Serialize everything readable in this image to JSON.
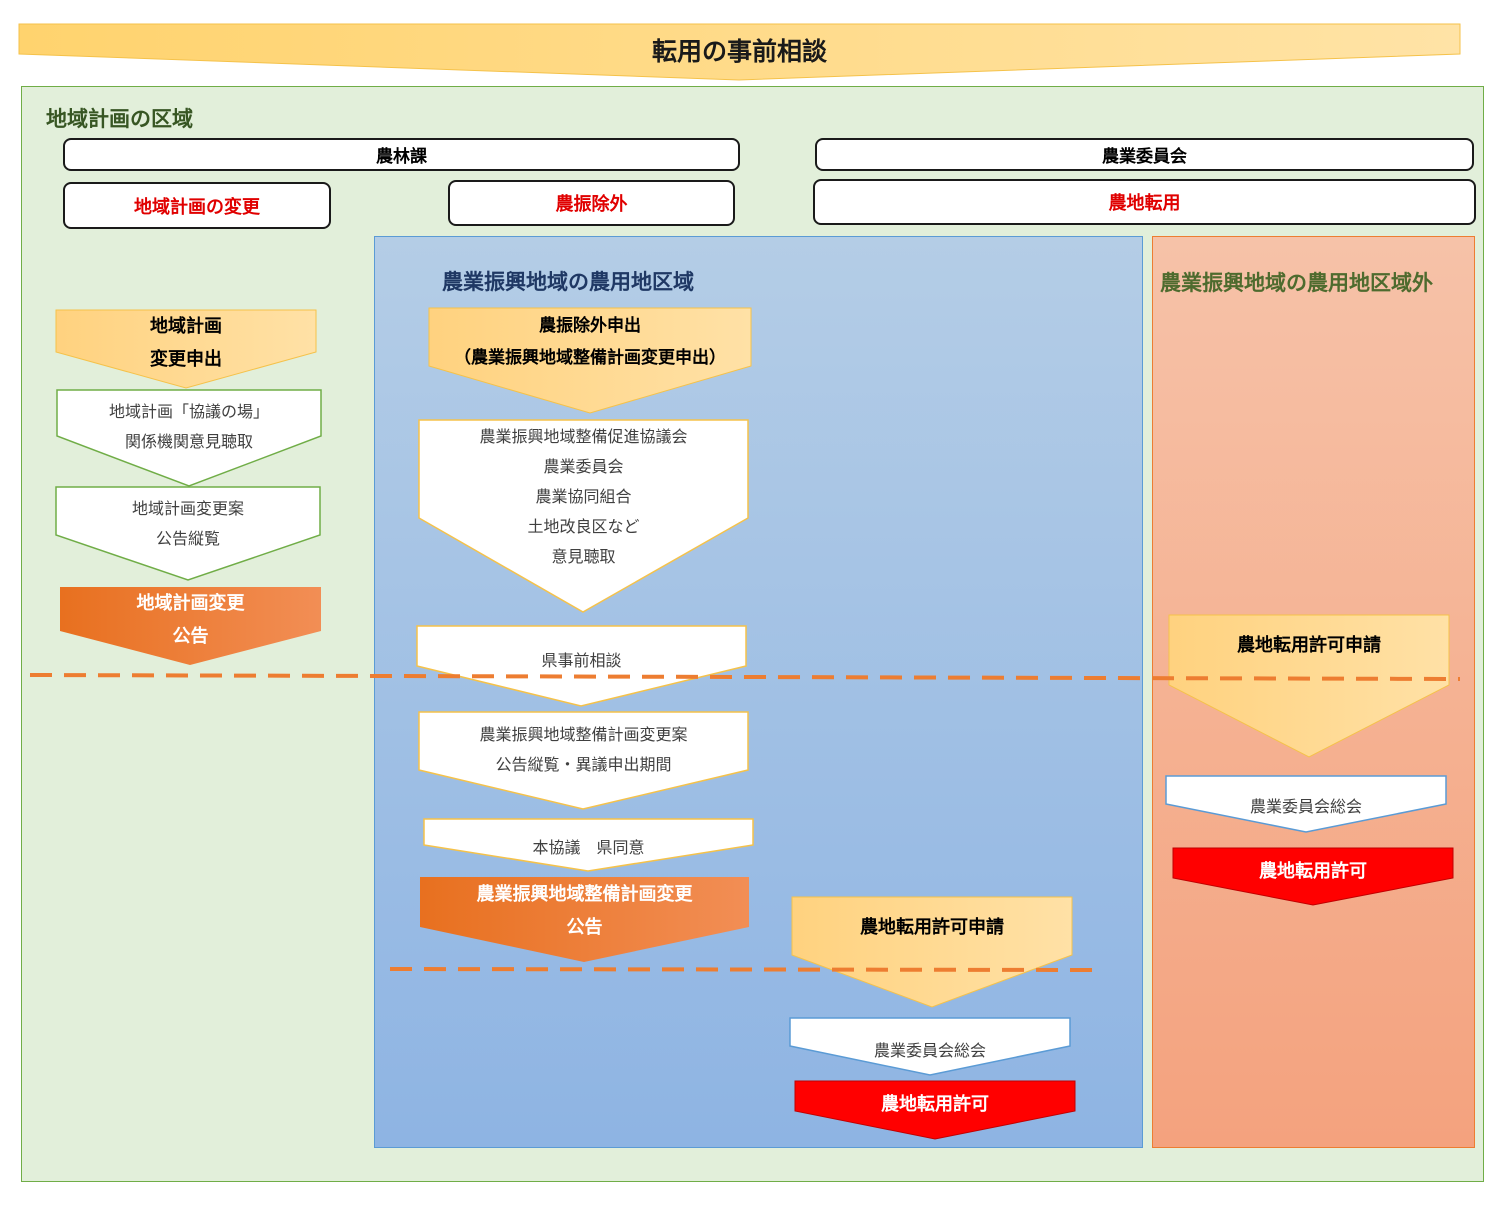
{
  "header": {
    "title": "転用の事前相談"
  },
  "area": {
    "title": "地域計画の区域"
  },
  "departments": {
    "norin": "農林課",
    "nogyo_iinkai": "農業委員会"
  },
  "procedures": {
    "plan_change": "地域計画の変更",
    "exclusion": "農振除外",
    "conversion": "農地転用"
  },
  "zones": {
    "inside": "農業振興地域の農用地区域",
    "outside": "農業振興地域の農用地区域外"
  },
  "plan_flow": {
    "step1": [
      "地域計画",
      "変更申出"
    ],
    "step2": [
      "地域計画「協議の場」",
      "関係機関意見聴取"
    ],
    "step3": [
      "地域計画変更案",
      "公告縦覧"
    ],
    "step4": [
      "地域計画変更",
      "公告"
    ]
  },
  "exclusion_flow": {
    "step1": [
      "農振除外申出",
      "（農業振興地域整備計画変更申出）"
    ],
    "step2": [
      "農業振興地域整備促進協議会",
      "農業委員会",
      "農業協同組合",
      "土地改良区など",
      "意見聴取"
    ],
    "step3": [
      "県事前相談"
    ],
    "step4": [
      "農業振興地域整備計画変更案",
      "公告縦覧・異議申出期間"
    ],
    "step5": [
      "本協議　県同意"
    ],
    "step6": [
      "農業振興地域整備計画変更",
      "公告"
    ]
  },
  "conversion_inside": {
    "apply": [
      "農地転用許可申請"
    ],
    "meeting": [
      "農業委員会総会"
    ],
    "permit": [
      "農地転用許可"
    ]
  },
  "conversion_outside": {
    "apply": [
      "農地転用許可申請"
    ],
    "meeting": [
      "農業委員会総会"
    ],
    "permit": [
      "農地転用許可"
    ]
  },
  "colors": {
    "yellow_fill": "#ffd27f",
    "orange_fill": "#ed7d31",
    "red_fill": "#ff0000",
    "green_border": "#70ad47",
    "dash": "#ed7d31"
  }
}
